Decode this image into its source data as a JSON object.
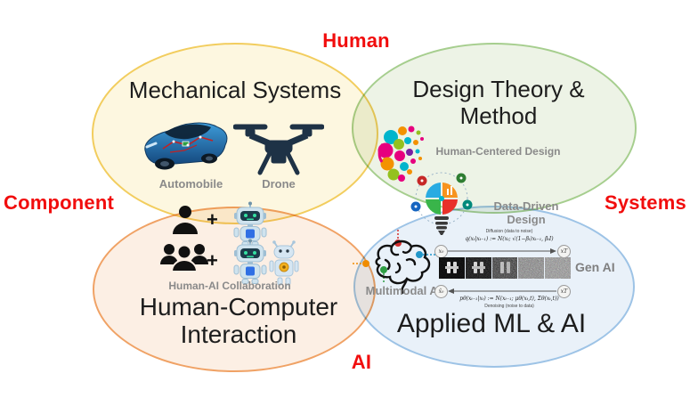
{
  "colors": {
    "axis-red": "#F10D0D",
    "label-gray": "#8a8a8a",
    "mech-border": "#F2CD5E",
    "mech-fill": "#FDF7E0",
    "design-border": "#A6CE8E",
    "design-fill": "#EDF3E6",
    "hci-border": "#F0A265",
    "hci-fill": "#FCEFE4",
    "ai-border": "#9DC3E6",
    "ai-fill": "#E9F1F9"
  },
  "axis_labels": {
    "top": "Human",
    "left": "Component",
    "right": "Systems",
    "bottom": "AI"
  },
  "sets": {
    "mechanical": {
      "title": "Mechanical Systems",
      "items": {
        "automobile": "Automobile",
        "drone": "Drone"
      }
    },
    "design": {
      "title_line1": "Design Theory &",
      "title_line2": "Method",
      "items": {
        "hcd": "Human-Centered Design",
        "ddd": "Data-Driven Design"
      }
    },
    "hci": {
      "title_line1": "Human-Computer",
      "title_line2": "Interaction",
      "plus": "+",
      "items": {
        "collab": "Human-AI Collaboration"
      }
    },
    "applied": {
      "title": "Applied ML & AI",
      "items": {
        "multimodal": "Multimodal AI",
        "genai": "Gen AI"
      },
      "diffusion": {
        "caption_top": "Diffusion (data to noise)",
        "formula_forward": "q(xₜ|xₜ₋₁) := N(xₜ; √(1−βₜ)xₜ₋₁, βₜI)",
        "node_x0": "x₀",
        "node_xT": "xT",
        "node_x0_hat": "x̂₀",
        "formula_reverse": "pθ(xₜ₋₁|xₜ) := N(xₜ₋₁; μθ(xₜ,t), Σθ(xₜ,t))",
        "caption_bottom": "Denoising (noise to data)"
      }
    }
  }
}
